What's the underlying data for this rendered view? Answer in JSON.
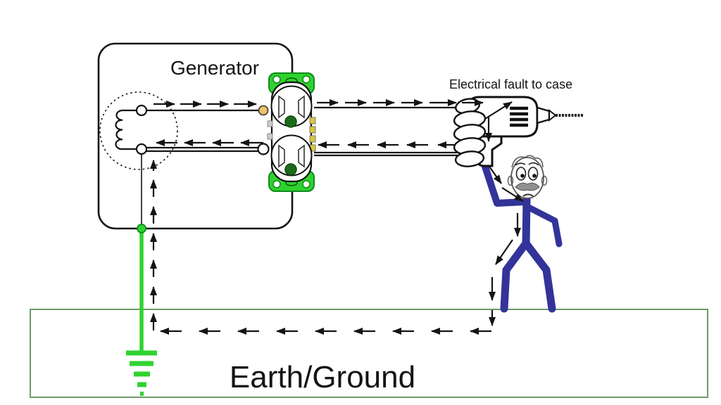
{
  "labels": {
    "generator": "Generator",
    "fault": "Electrical fault to case",
    "earth": "Earth/Ground"
  },
  "colors": {
    "green": "#2fd32f",
    "green-dark": "#0e8a1e",
    "hole-green": "#1c6b1c",
    "band-border": "#6c9a6c",
    "person-blue": "#333399",
    "hot-orange": "#f2c269",
    "screw-yellow": "#d8c93a",
    "mustache-gray": "#909090",
    "sketch-gray": "#555555"
  },
  "icons": [
    "generator-winding-icon",
    "duplex-outlet-icon",
    "electric-drill-icon",
    "drill-bit-icon",
    "hand-grip-icon",
    "shocked-person-icon",
    "scared-face-icon",
    "ground-rod-icon",
    "ground-electrode-dot-icon",
    "current-arrow-icon"
  ]
}
